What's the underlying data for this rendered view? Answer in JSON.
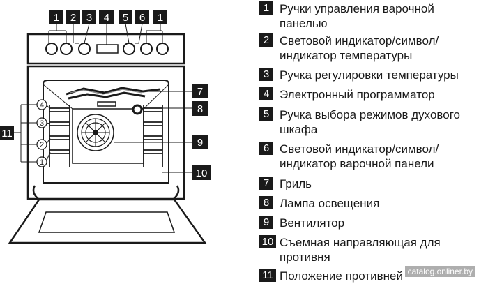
{
  "diagram": {
    "top_labels": [
      "1",
      "2",
      "3",
      "4",
      "5",
      "6",
      "1"
    ],
    "side_labels": [
      "7",
      "8",
      "9",
      "10"
    ],
    "left_label": "11",
    "shelf_positions": [
      "4",
      "3",
      "2",
      "1"
    ]
  },
  "legend": [
    {
      "num": "1",
      "text": "Ручки управления варочной\nпанелью"
    },
    {
      "num": "2",
      "text": "Световой индикатор/символ/\nиндикатор температуры"
    },
    {
      "num": "3",
      "text": "Ручка регулировки температуры"
    },
    {
      "num": "4",
      "text": "Электронный программатор"
    },
    {
      "num": "5",
      "text": "Ручка выбора режимов духового\nшкафа"
    },
    {
      "num": "6",
      "text": "Световой индикатор/символ/\nиндикатор варочной панели"
    },
    {
      "num": "7",
      "text": "Гриль"
    },
    {
      "num": "8",
      "text": "Лампа освещения"
    },
    {
      "num": "9",
      "text": "Вентилятор"
    },
    {
      "num": "10",
      "text": "Съемная направляющая для\nпротивня"
    },
    {
      "num": "11",
      "text": "Положение противней"
    }
  ],
  "watermark": "catalog.onliner.by"
}
